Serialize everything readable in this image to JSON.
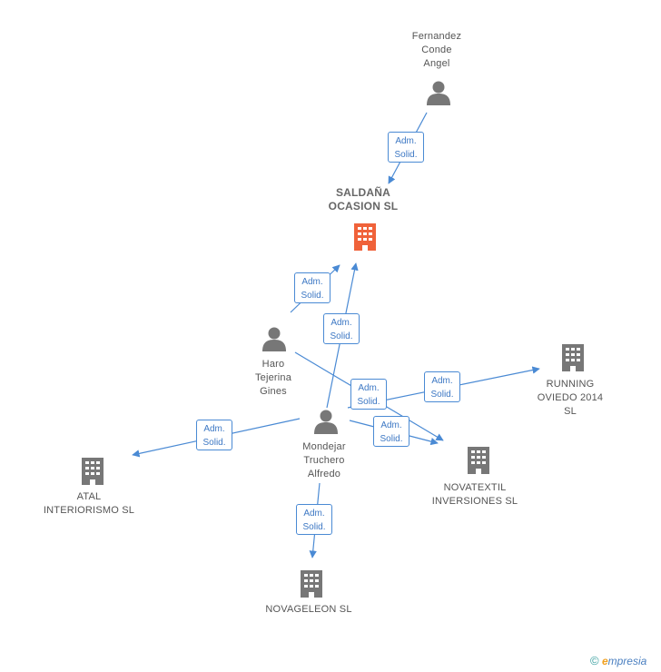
{
  "edge_label": {
    "line1": "Adm.",
    "line2": "Solid."
  },
  "nodes": {
    "fernandez": {
      "label": "Fernandez\nConde\nAngel",
      "kind": "person"
    },
    "saldana": {
      "label": "SALDAÑA\nOCASION SL",
      "kind": "company-main"
    },
    "haro": {
      "label": "Haro\nTejerina\nGines",
      "kind": "person"
    },
    "mondejar": {
      "label": "Mondejar\nTruchero\nAlfredo",
      "kind": "person"
    },
    "running": {
      "label": "RUNNING\nOVIEDO 2014\nSL",
      "kind": "company"
    },
    "novatextil": {
      "label": "NOVATEXTIL\nINVERSIONES SL",
      "kind": "company"
    },
    "atal": {
      "label": "ATAL\nINTERIORISMO SL",
      "kind": "company"
    },
    "novageleon": {
      "label": "NOVAGELEON SL",
      "kind": "company"
    }
  },
  "edges": [
    {
      "from": "fernandez",
      "to": "saldana",
      "label": "Adm. Solid."
    },
    {
      "from": "haro",
      "to": "saldana",
      "label": "Adm. Solid."
    },
    {
      "from": "mondejar",
      "to": "saldana",
      "label": "Adm. Solid."
    },
    {
      "from": "haro",
      "to": "novatextil",
      "label": "Adm. Solid."
    },
    {
      "from": "mondejar",
      "to": "running",
      "label": "Adm. Solid."
    },
    {
      "from": "mondejar",
      "to": "novatextil",
      "label": "Adm. Solid."
    },
    {
      "from": "mondejar",
      "to": "atal",
      "label": "Adm. Solid."
    },
    {
      "from": "mondejar",
      "to": "novageleon",
      "label": "Adm. Solid."
    }
  ],
  "colors": {
    "edge": "#4a8ad4",
    "person_icon": "#777777",
    "company_icon": "#777777",
    "main_company_icon": "#f0623a"
  },
  "footer": {
    "copyright": "©",
    "brand_e": "e",
    "brand_rest": "mpresia"
  }
}
